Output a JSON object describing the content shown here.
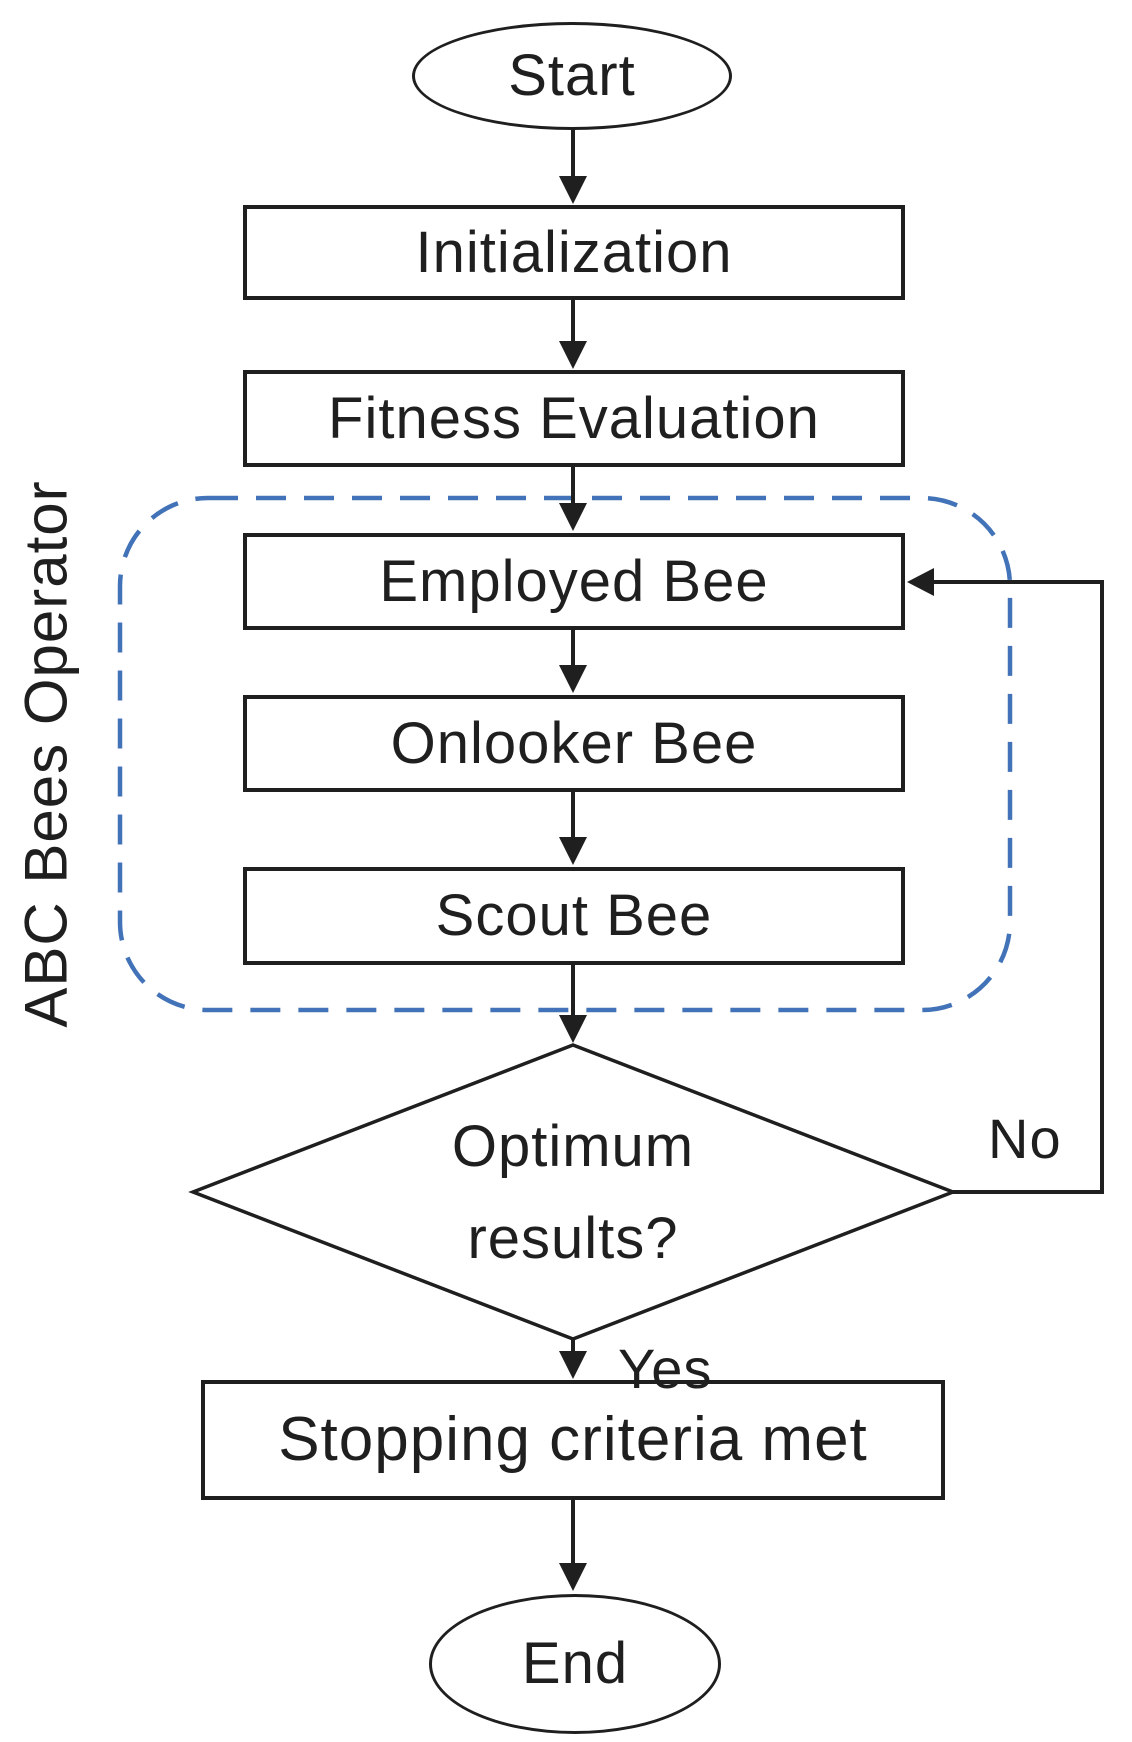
{
  "figure": {
    "type": "flowchart",
    "background": "#ffffff",
    "stroke_color": "#1f1f1f",
    "nodes": {
      "start": {
        "label": "Start",
        "shape": "ellipse"
      },
      "initialization": {
        "label": "Initialization",
        "shape": "rect"
      },
      "fitness_evaluation": {
        "label": "Fitness Evaluation",
        "shape": "rect"
      },
      "employed_bee": {
        "label": "Employed Bee",
        "shape": "rect"
      },
      "onlooker_bee": {
        "label": "Onlooker Bee",
        "shape": "rect"
      },
      "scout_bee": {
        "label": "Scout Bee",
        "shape": "rect"
      },
      "decision": {
        "label": "Optimum results?",
        "shape": "diamond"
      },
      "stopping": {
        "label": "Stopping criteria met",
        "shape": "rect"
      },
      "end": {
        "label": "End",
        "shape": "ellipse"
      }
    },
    "edge_labels": {
      "yes": "Yes",
      "no": "No"
    },
    "group": {
      "label": "ABC Bees Operator",
      "border_color": "#4273b8",
      "style": "dashed-rounded"
    }
  }
}
